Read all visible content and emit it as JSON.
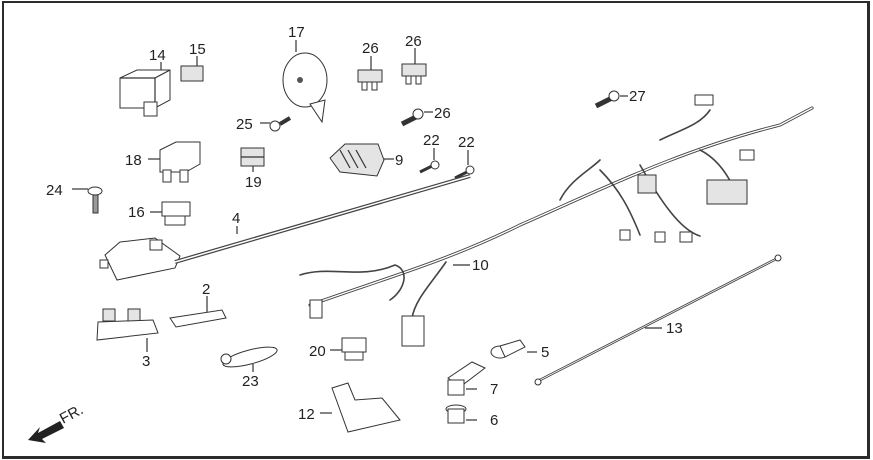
{
  "diagram": {
    "title": "Electrical components / wire harness exploded view",
    "direction_indicator": {
      "label": "FR.",
      "icon": "arrow-front-icon"
    },
    "callouts": [
      {
        "id": "c14",
        "label": "14",
        "part": "relay"
      },
      {
        "id": "c15",
        "label": "15",
        "part": "small-relay"
      },
      {
        "id": "c17",
        "label": "17",
        "part": "horn"
      },
      {
        "id": "c26a",
        "label": "26",
        "part": "fuse"
      },
      {
        "id": "c26b",
        "label": "26",
        "part": "fuse"
      },
      {
        "id": "c26c",
        "label": "26",
        "part": "bolt"
      },
      {
        "id": "c27",
        "label": "27",
        "part": "bolt"
      },
      {
        "id": "c25",
        "label": "25",
        "part": "flange-bolt"
      },
      {
        "id": "c18",
        "label": "18",
        "part": "starter-relay"
      },
      {
        "id": "c19",
        "label": "19",
        "part": "rubber-mount"
      },
      {
        "id": "c9",
        "label": "9",
        "part": "regulator-rectifier"
      },
      {
        "id": "c22a",
        "label": "22",
        "part": "screw"
      },
      {
        "id": "c22b",
        "label": "22",
        "part": "screw"
      },
      {
        "id": "c24",
        "label": "24",
        "part": "bolt"
      },
      {
        "id": "c16",
        "label": "16",
        "part": "relay"
      },
      {
        "id": "c4",
        "label": "4",
        "part": "ignition-coil"
      },
      {
        "id": "c10",
        "label": "10",
        "part": "main-wire-harness"
      },
      {
        "id": "c2",
        "label": "2",
        "part": "fuse-cover"
      },
      {
        "id": "c3",
        "label": "3",
        "part": "fuse-box"
      },
      {
        "id": "c20",
        "label": "20",
        "part": "relay"
      },
      {
        "id": "c5",
        "label": "5",
        "part": "terminal-boot"
      },
      {
        "id": "c13",
        "label": "13",
        "part": "ground-cable"
      },
      {
        "id": "c23",
        "label": "23",
        "part": "cable-tie"
      },
      {
        "id": "c7",
        "label": "7",
        "part": "spark-plug-cap"
      },
      {
        "id": "c12",
        "label": "12",
        "part": "cover"
      },
      {
        "id": "c6",
        "label": "6",
        "part": "grommet"
      }
    ]
  }
}
